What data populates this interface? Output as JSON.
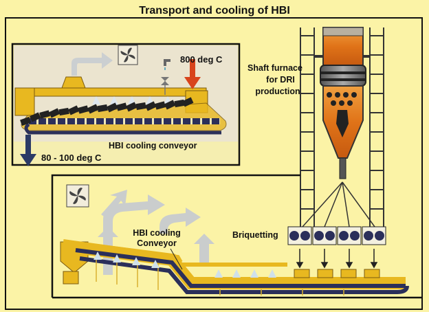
{
  "title": "Transport and cooling of HBI",
  "labels": {
    "temp_hot": "800 deg C",
    "temp_cool": "80 - 100 deg C",
    "inset_conveyor": "HBI cooling conveyor",
    "main_conveyor_line1": "HBI cooling",
    "main_conveyor_line2": "Conveyor",
    "furnace_line1": "Shaft furnace",
    "furnace_line2": "for DRI",
    "furnace_line3": "production",
    "briquetting": "Briquetting"
  },
  "icons": [
    "fan-icon",
    "fan-icon",
    "water-tap-icon",
    "valve-icon"
  ],
  "colors": {
    "background": "#fbf3a6",
    "conveyor_gold": "#e8b820",
    "belt_dark": "#2b2f5a",
    "hot_arrow": "#d8441c",
    "cool_arrow": "#2b3a66",
    "furnace_orange": "#e07b1c",
    "air_arrow": "#c8ccd0"
  }
}
